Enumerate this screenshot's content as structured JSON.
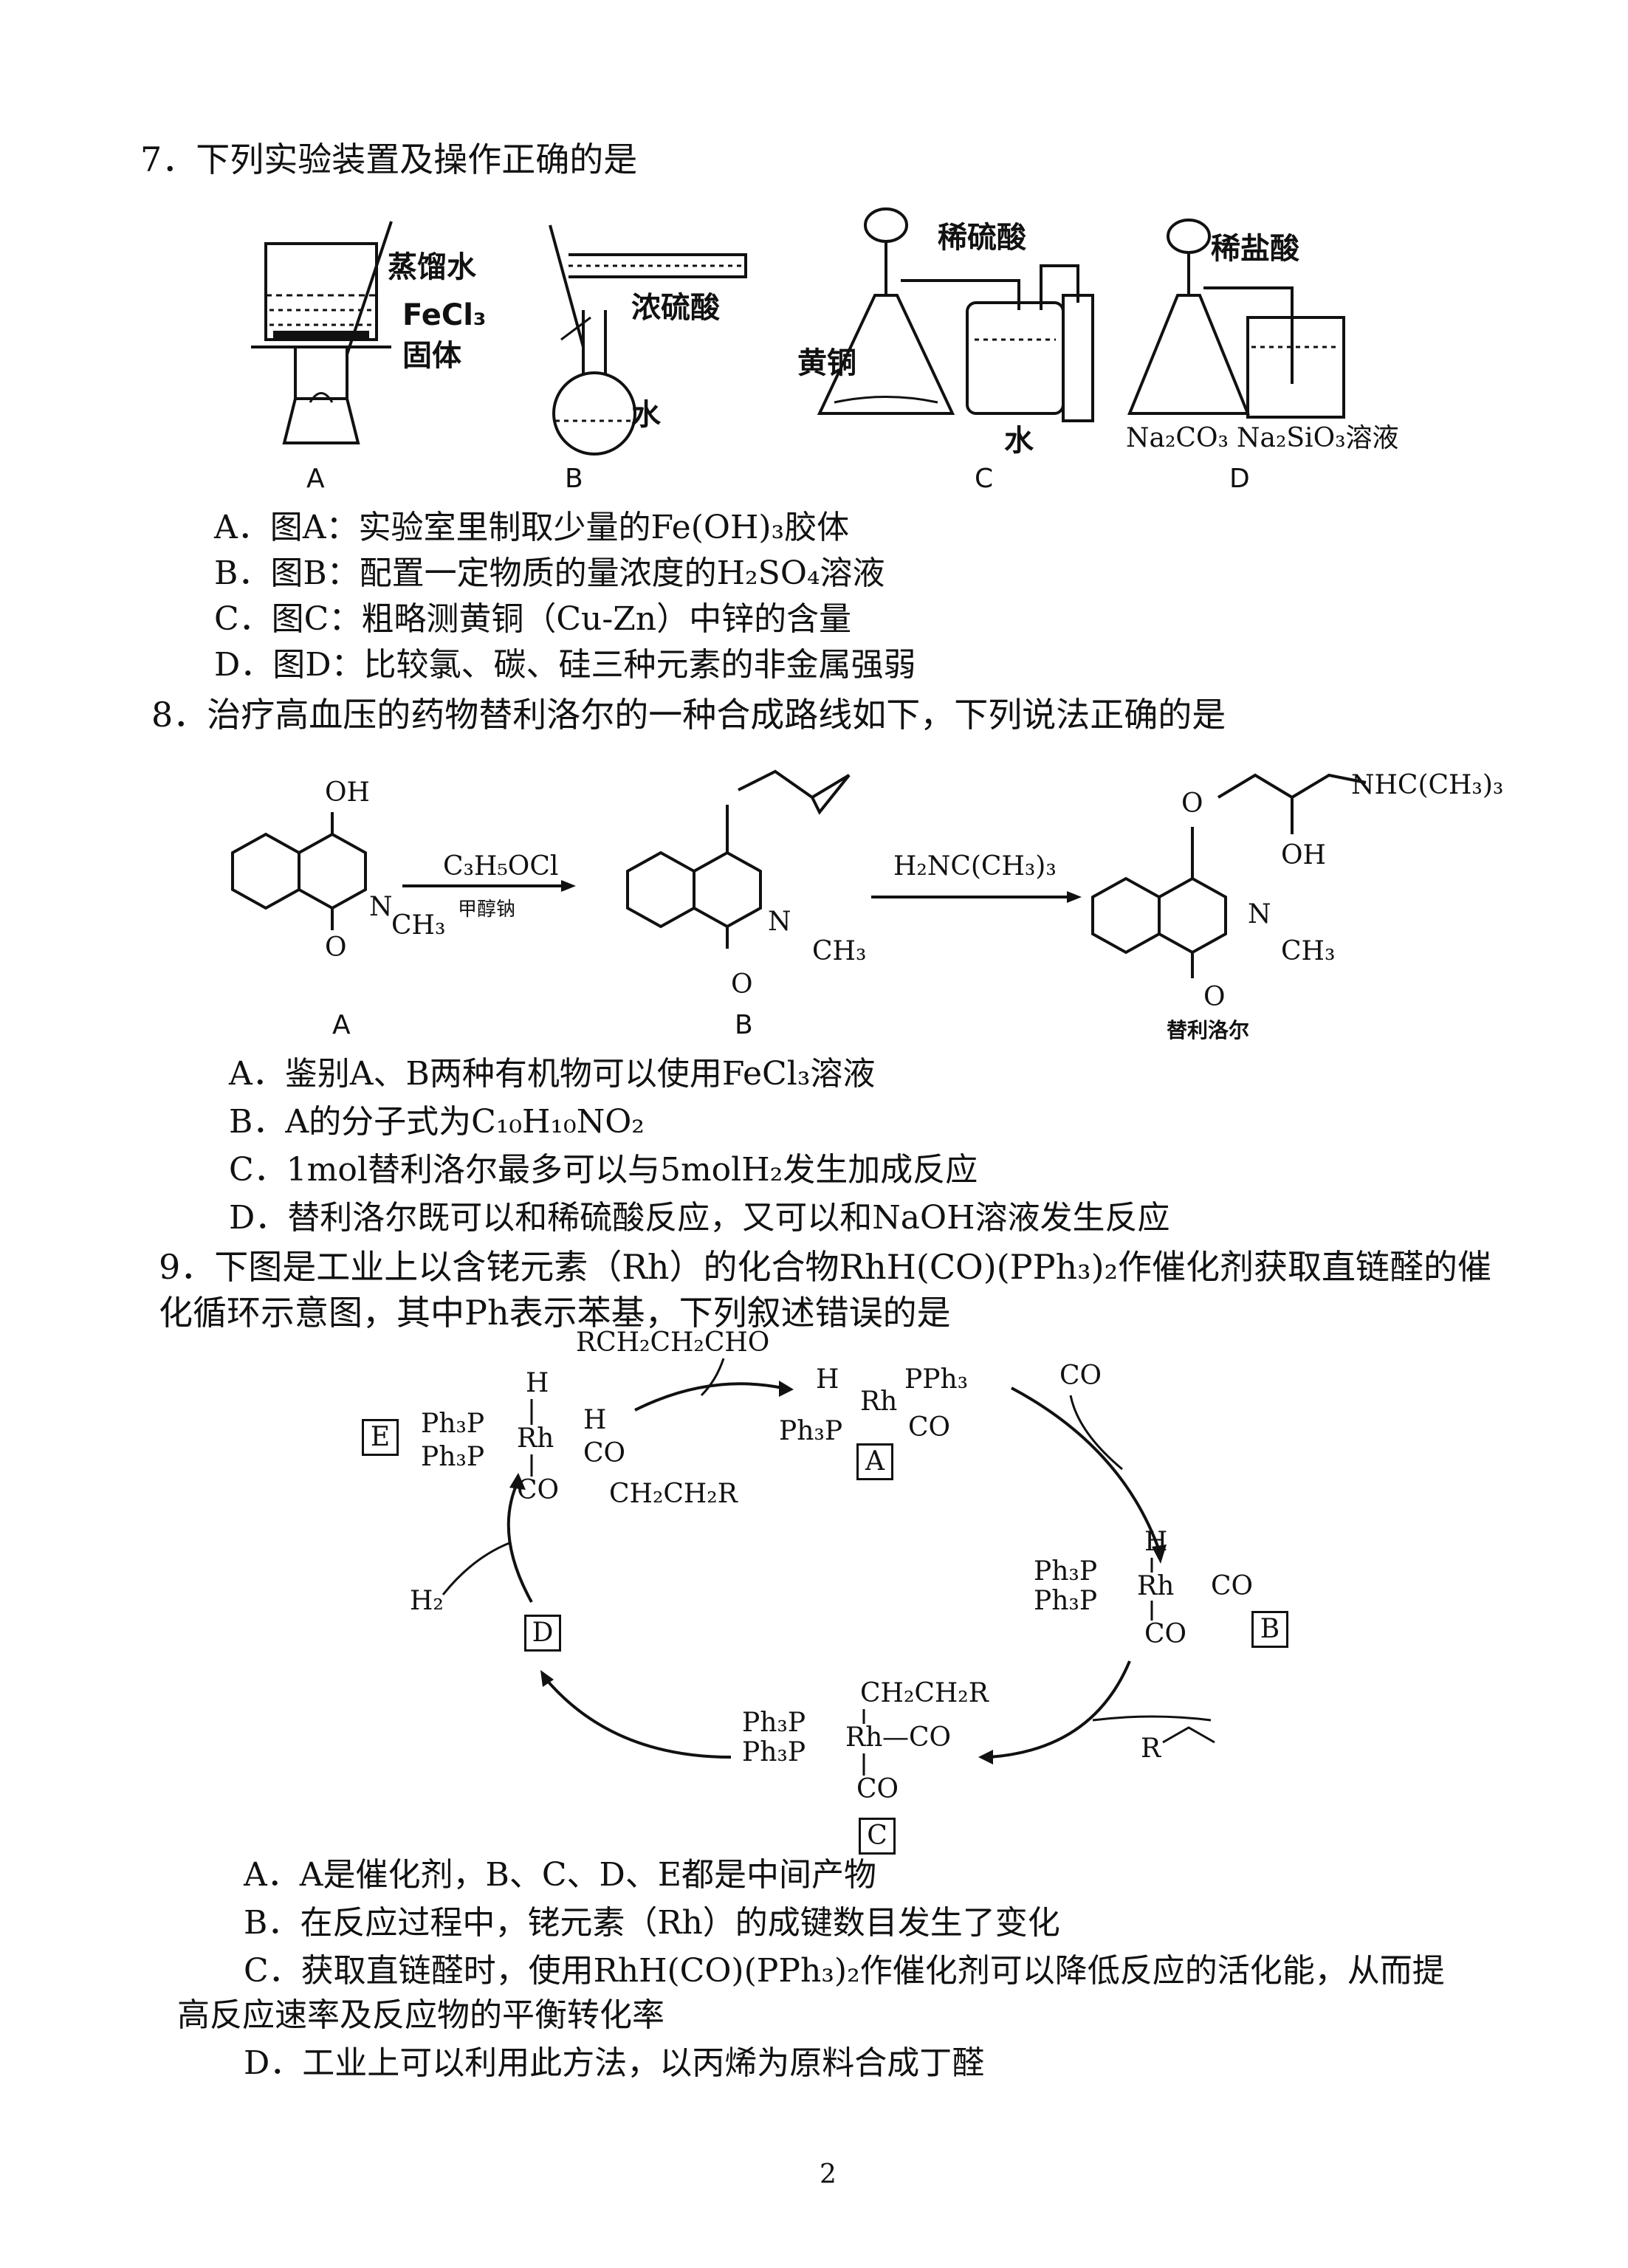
{
  "q7": {
    "stem": "7．下列实验装置及操作正确的是",
    "fig_labels": {
      "a_water": "蒸馏水",
      "a_fecl3": "FeCl₃",
      "a_solid": "固体",
      "b_acid": "浓硫酸",
      "b_water": "水",
      "c_acid": "稀硫酸",
      "c_brass": "黄铜",
      "c_water": "水",
      "d_acid": "稀盐酸",
      "d_na2co3": "Na₂CO₃",
      "d_na2sio3": "Na₂SiO₃溶液",
      "A": "A",
      "B": "B",
      "C": "C",
      "D": "D"
    },
    "options": [
      "A．图A：实验室里制取少量的Fe(OH)₃胶体",
      "B．图B：配置一定物质的量浓度的H₂SO₄溶液",
      "C．图C：粗略测黄铜（Cu-Zn）中锌的含量",
      "D．图D：比较氯、碳、硅三种元素的非金属强弱"
    ]
  },
  "q8": {
    "stem": "8．治疗高血压的药物替利洛尔的一种合成路线如下，下列说法正确的是",
    "scheme": {
      "oh": "OH",
      "n": "N",
      "ch3": "CH₃",
      "o": "O",
      "reagent1": "C₃H₅OCl",
      "cond1": "甲醇钠",
      "reagent2": "H₂NC(CH₃)₃",
      "nhc": "NHC(CH₃)₃",
      "oh2": "OH",
      "A": "A",
      "B": "B",
      "product": "替利洛尔"
    },
    "options": [
      "A．鉴别A、B两种有机物可以使用FeCl₃溶液",
      "B．A的分子式为C₁₀H₁₀NO₂",
      "C．1mol替利洛尔最多可以与5molH₂发生加成反应",
      "D．替利洛尔既可以和稀硫酸反应，又可以和NaOH溶液发生反应"
    ]
  },
  "q9": {
    "stem_line1": "9．下图是工业上以含铑元素（Rh）的化合物RhH(CO)(PPh₃)₂作催化剂获取直链醛的催",
    "stem_line2": "化循环示意图，其中Ph表示苯基，下列叙述错误的是",
    "cycle": {
      "product": "RCH₂CH₂CHO",
      "co_in": "CO",
      "h2_in": "H₂",
      "alkene": "R",
      "E": "E",
      "A": "A",
      "B": "B",
      "C": "C",
      "D": "D",
      "e_h": "H",
      "e_h2": "H",
      "e_ph3p1": "Ph₃P",
      "e_ph3p2": "Ph₃P",
      "e_rh": "Rh",
      "e_co1": "CO",
      "e_co2": "CO",
      "e_ch2ch2r": "CH₂CH₂R",
      "a_h": "H",
      "a_pph3": "PPh₃",
      "a_rh": "Rh",
      "a_ph3p": "Ph₃P",
      "a_co": "CO",
      "b_h": "H",
      "b_ph3p1": "Ph₃P",
      "b_ph3p2": "Ph₃P",
      "b_rh": "Rh",
      "b_co1": "CO",
      "b_co2": "CO",
      "c_ch2ch2r": "CH₂CH₂R",
      "c_ph3p1": "Ph₃P",
      "c_ph3p2": "Ph₃P",
      "c_rh": "Rh",
      "c_co1": "—CO",
      "c_co2": "CO"
    },
    "options": [
      "A．A是催化剂，B、C、D、E都是中间产物",
      "B．在反应过程中，铑元素（Rh）的成键数目发生了变化",
      "C．获取直链醛时，使用RhH(CO)(PPh₃)₂作催化剂可以降低反应的活化能，从而提",
      "高反应速率及反应物的平衡转化率",
      "D．工业上可以利用此方法，以丙烯为原料合成丁醛"
    ]
  },
  "page_number": "2"
}
